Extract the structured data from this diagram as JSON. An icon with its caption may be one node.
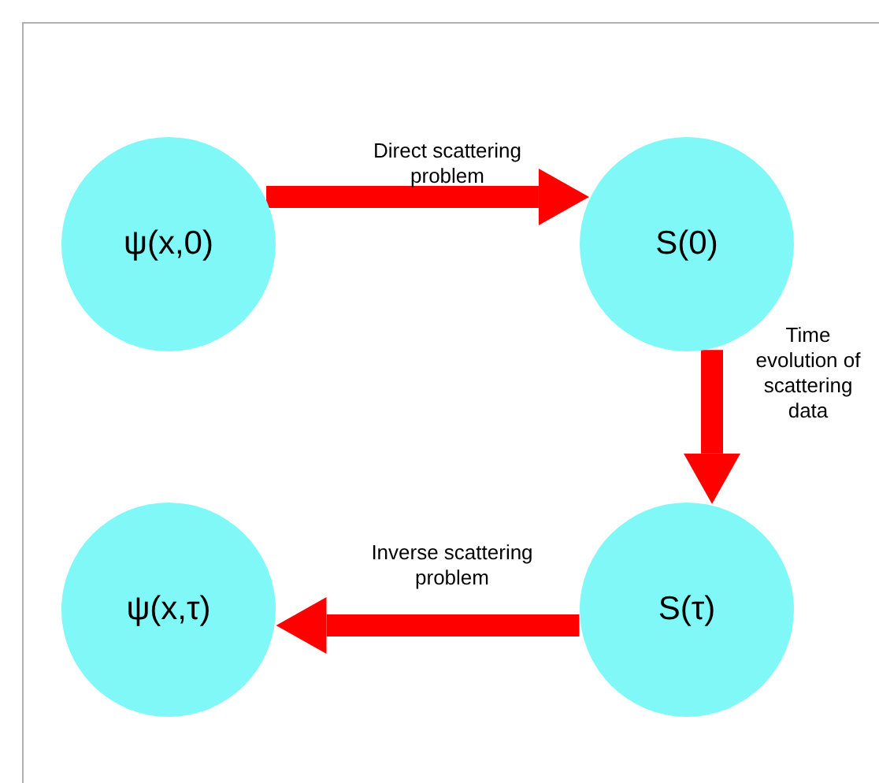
{
  "diagram": {
    "nodes": [
      {
        "text": [
          "ψ(x,0)"
        ]
      },
      {
        "text": [
          "S(0)"
        ]
      },
      {
        "text": [
          "S(τ)"
        ]
      },
      {
        "text": [
          "ψ(x,τ)"
        ]
      }
    ],
    "edges": [
      {
        "from": 0,
        "to": 1,
        "arrow": "to",
        "label": "Direct scattering problem"
      },
      {
        "from": 1,
        "to": 2,
        "arrow": "to",
        "label": "Time evolution of scattering data"
      },
      {
        "from": 2,
        "to": 3,
        "arrow": "to",
        "label": "Inverse scattering problem"
      }
    ]
  }
}
